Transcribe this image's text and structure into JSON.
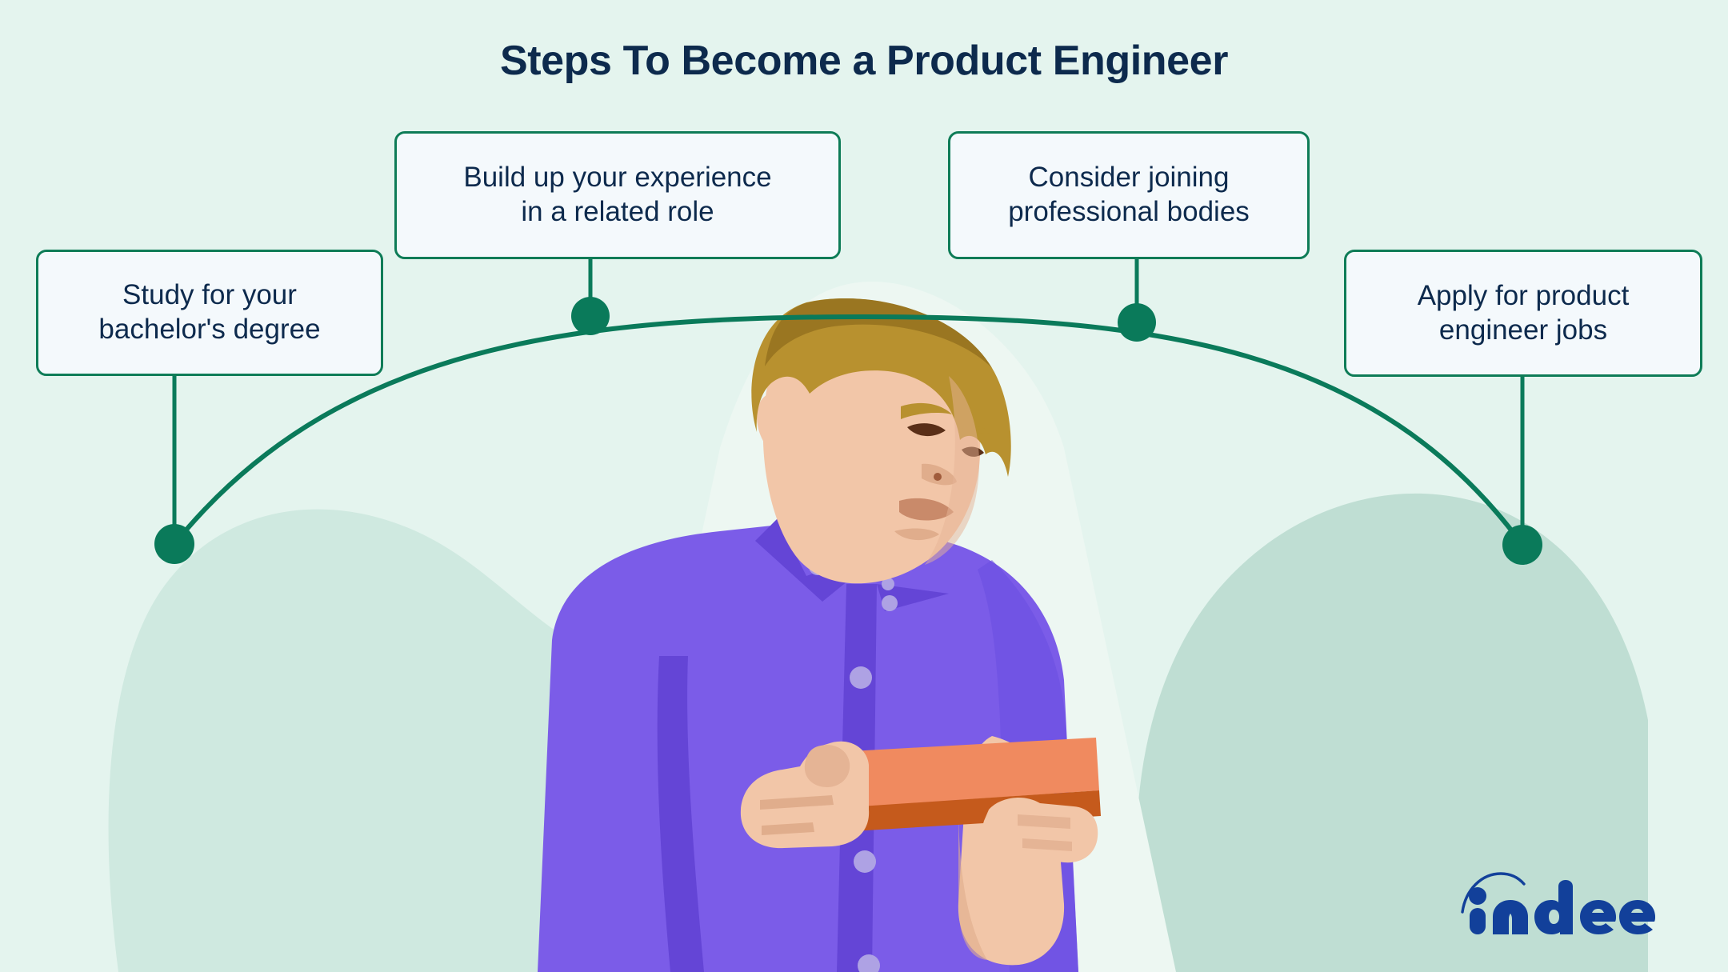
{
  "title": "Steps To Become a Product Engineer",
  "steps": [
    {
      "id": "step-1",
      "text": "Study for your\nbachelor's degree"
    },
    {
      "id": "step-2",
      "text": "Build up your experience\nin a related role"
    },
    {
      "id": "step-3",
      "text": "Consider joining\nprofessional bodies"
    },
    {
      "id": "step-4",
      "text": "Apply for product\nengineer jobs"
    }
  ],
  "brand": {
    "name": "indeed",
    "logo_color": "#12409a"
  },
  "colors": {
    "background": "#e4f4ee",
    "blob_left": "#cfe9e0",
    "blob_right": "#bfded3",
    "light_beam": "#edf7f2",
    "accent_green": "#0a7a5a",
    "box_border": "#0e7c57",
    "box_fill": "#f4f9fc",
    "text_navy": "#0d2a4d",
    "shirt_purple": "#7b5ce8",
    "shirt_shadow": "#6445d6",
    "skin": "#f2c6a8",
    "hair": "#b8912f",
    "object_orange": "#f08a5f",
    "object_orange_dark": "#c55a1c"
  },
  "illustration": {
    "subject": "person-holding-product-block",
    "alt": "Illustration of a man in a purple shirt examining an orange rectangular product block"
  }
}
